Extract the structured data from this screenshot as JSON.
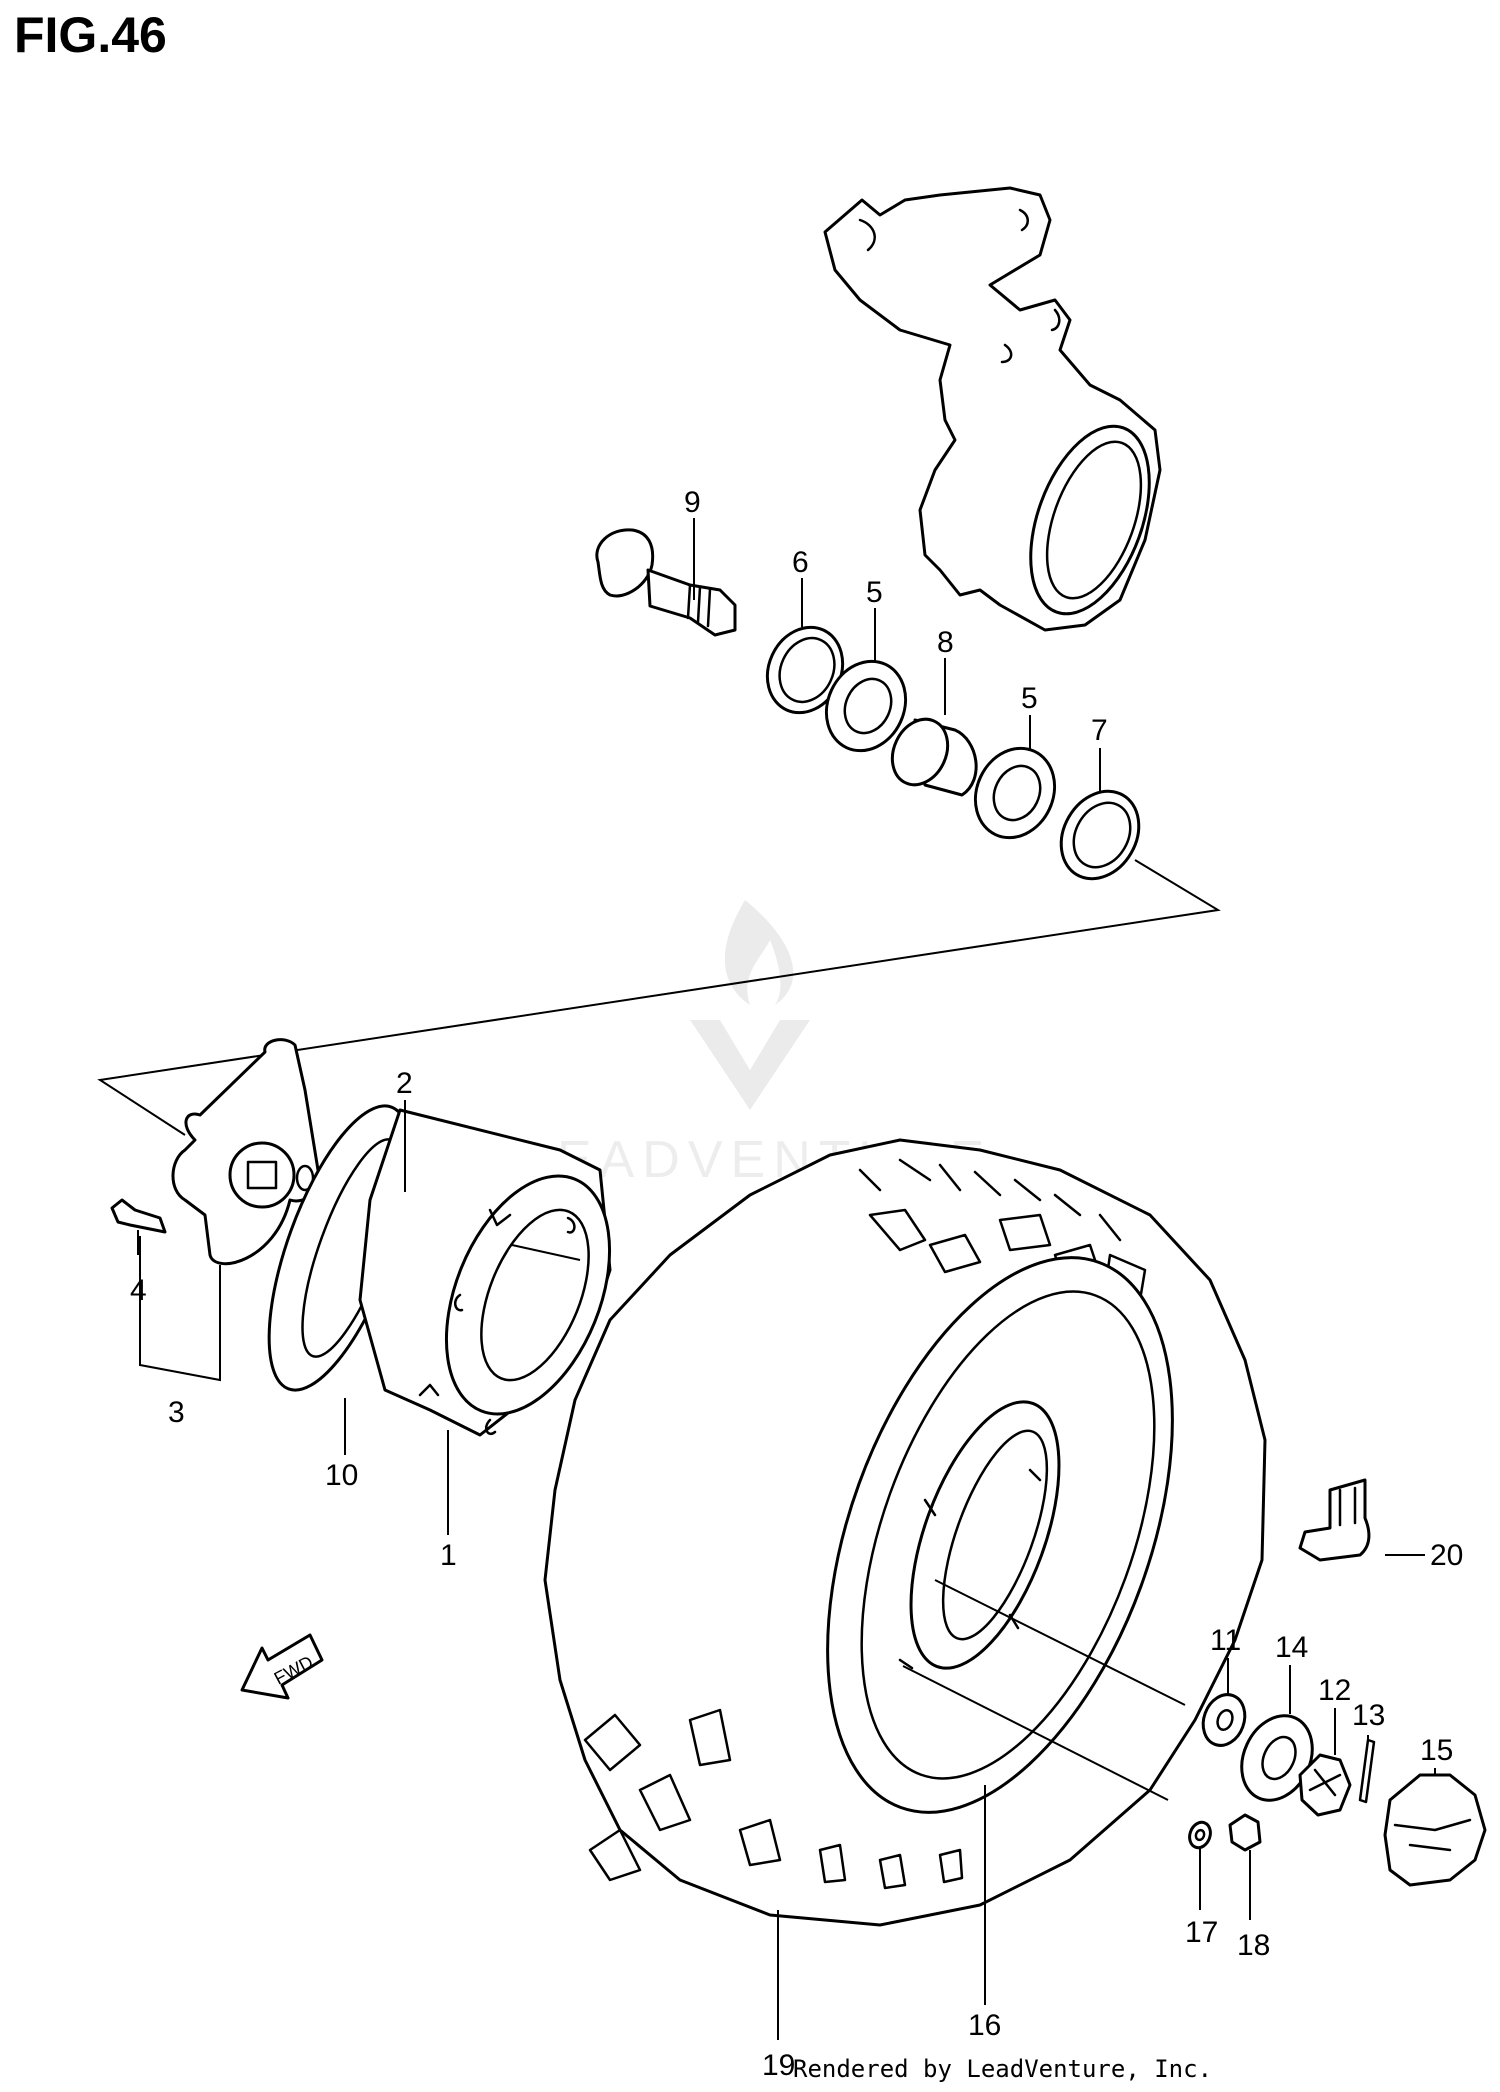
{
  "figure": {
    "title": "FIG.46"
  },
  "callouts": {
    "c1": "1",
    "c2": "2",
    "c3": "3",
    "c4": "4",
    "c5a": "5",
    "c5b": "5",
    "c6": "6",
    "c7": "7",
    "c8": "8",
    "c9": "9",
    "c10": "10",
    "c11": "11",
    "c12": "12",
    "c13": "13",
    "c14": "14",
    "c15": "15",
    "c16": "16",
    "c17": "17",
    "c18": "18",
    "c19": "19",
    "c20": "20"
  },
  "fwd_label": "FWD",
  "watermark": {
    "brand": "LEADVENTURE"
  },
  "footer": {
    "credit": "Rendered by LeadVenture, Inc."
  }
}
